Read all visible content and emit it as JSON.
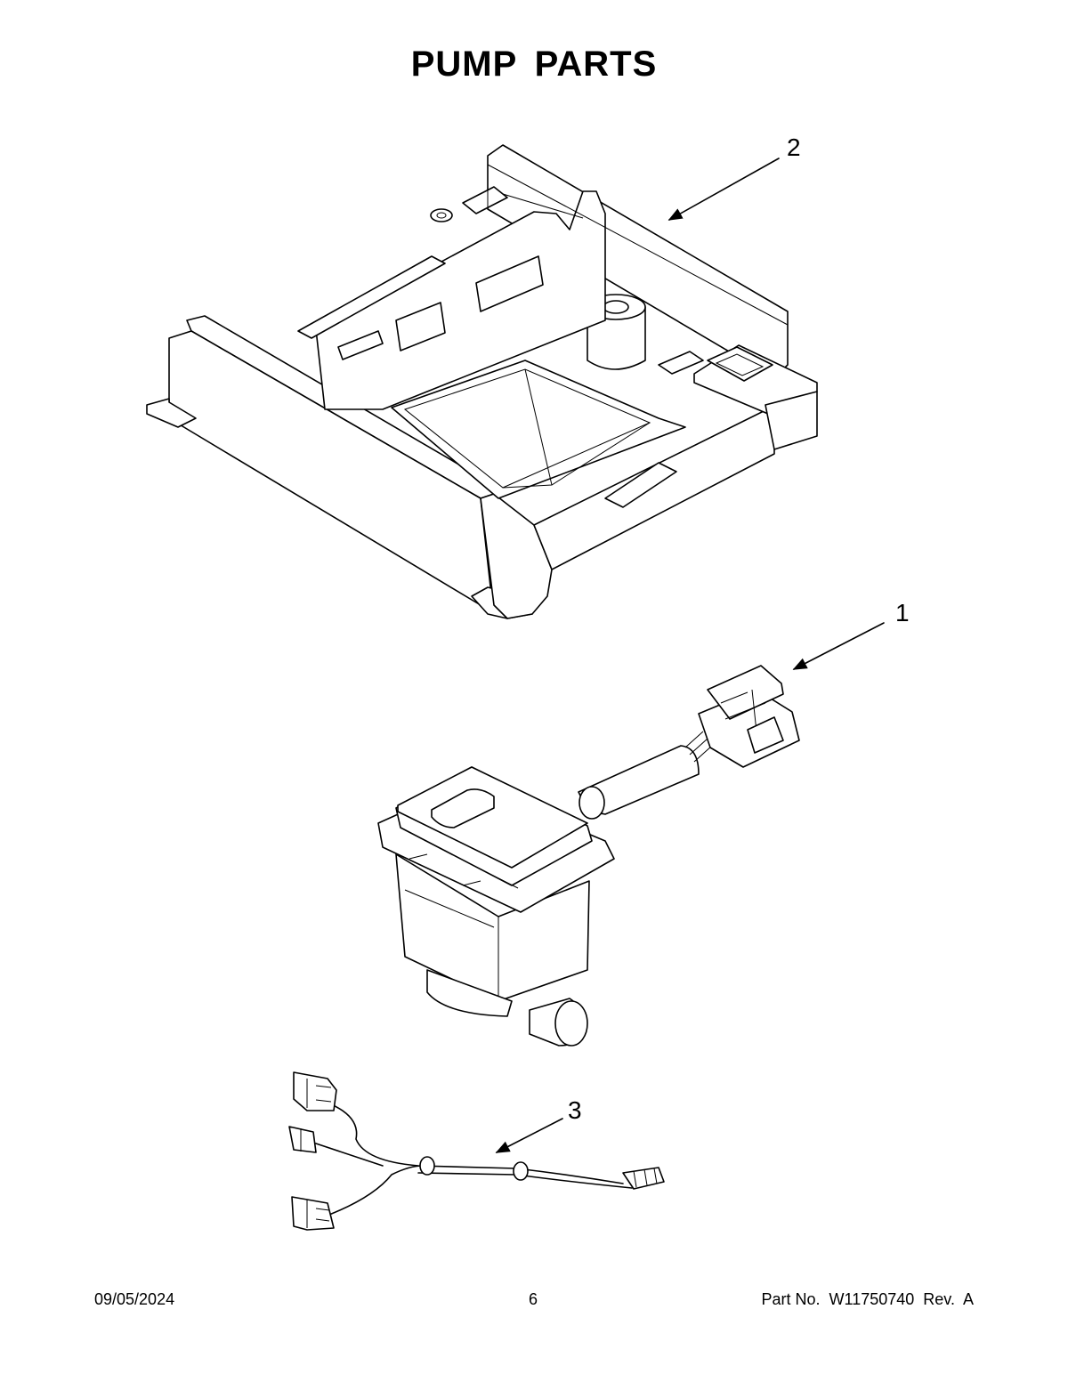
{
  "page": {
    "title": "PUMP PARTS"
  },
  "callouts": [
    {
      "id": "2",
      "label": "2",
      "part": "pump-bracket"
    },
    {
      "id": "1",
      "label": "1",
      "part": "pump-assembly"
    },
    {
      "id": "3",
      "label": "3",
      "part": "wire-harness"
    }
  ],
  "footer": {
    "date": "09/05/2024",
    "page_number": "6",
    "part_number": "Part No.  W11750740  Rev.  A"
  }
}
